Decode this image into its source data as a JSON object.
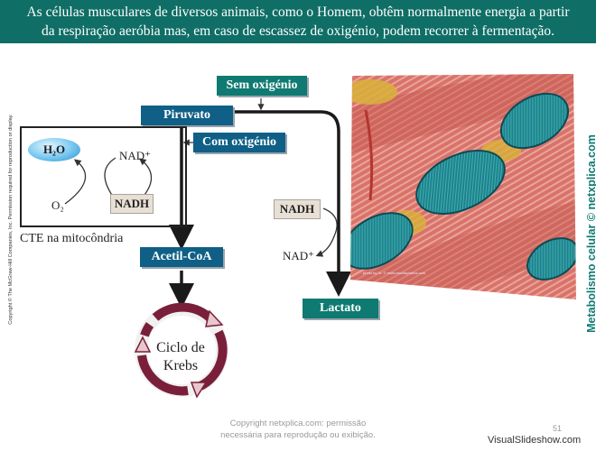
{
  "banner": {
    "line1": "As células musculares de diversos animais, como o Homem, obtêm normalmente energia a partir",
    "line2": "da respiração aeróbia mas, em caso de escassez de oxigénio, podem recorrer à fermentação."
  },
  "diagram": {
    "piruvato": "Piruvato",
    "sem_oxigenio": "Sem oxigénio",
    "com_oxigenio": "Com oxigénio",
    "acetil_coa": "Acetil-CoA",
    "lactato": "Lactato",
    "nadh_left": "NADH",
    "nadh_right": "NADH",
    "nad_left": "NAD⁺",
    "nad_right": "NAD⁺",
    "h2o": "H₂O",
    "o2": "O₂",
    "cte_label": "CTE na mitocôndria",
    "krebs_line1": "Ciclo de",
    "krebs_line2": "Krebs"
  },
  "micrograph": {
    "caption": "photo by Dr. © www.visualsphotos.com"
  },
  "side_copyright": "Copyright © The McGraw-Hill Companies, Inc. Permission required for reproduction or display.",
  "side_brand": "Metabolismo celular © netxplica.com",
  "footer": {
    "copyright_line1": "Copyright netxplica.com: permissão",
    "copyright_line2": "necessária para reprodução ou exibição.",
    "page_number": "51",
    "site": "VisualSlideshow.com"
  },
  "colors": {
    "banner": "#0f6e66",
    "box_blue": "#0f5f86",
    "box_teal": "#0f7a72",
    "krebs_ring": "#7a1f3a"
  }
}
